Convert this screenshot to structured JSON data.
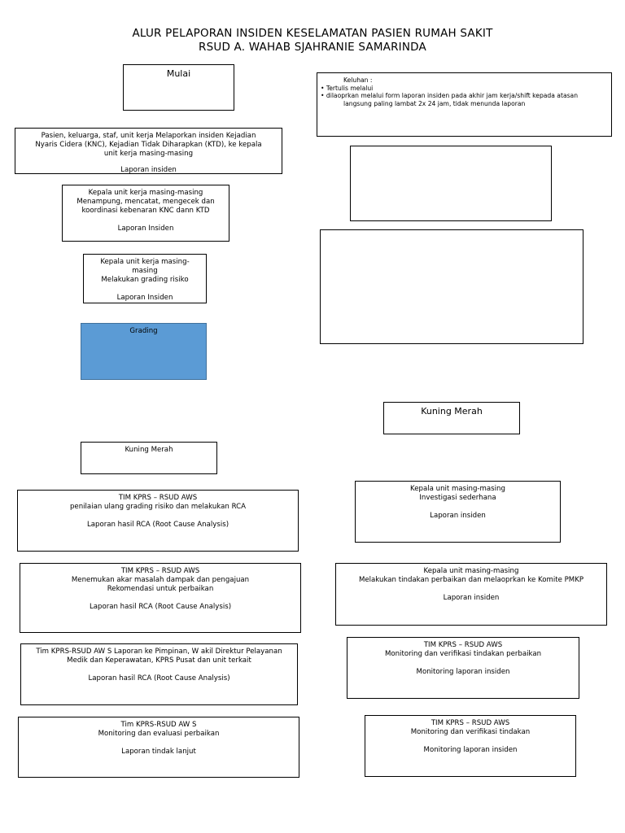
{
  "title": {
    "line1": "ALUR PELAPORAN INSIDEN KESELAMATAN PASIEN RUMAH SAKIT",
    "line2": "RSUD A. WAHAB SJAHRANIE SAMARINDA"
  },
  "left": {
    "mulai": "Mulai",
    "pelapor": {
      "text": "Pasien, keluarga, staf, unit kerja Melaporkan insiden Kejadian\nNyaris Cidera (KNC), Kejadian Tidak Diharapkan (KTD), ke kepala\nunit kerja masing-masing",
      "report": "Laporan insiden"
    },
    "kepala_unit": {
      "text": "Kepala unit kerja masing-masing\nMenampung, mencatat, mengecek dan\nkoordinasi kebenaran KNC dann KTD",
      "report": "Laporan Insiden"
    },
    "grading_risiko": {
      "text": "Kepala unit kerja masing-\nmasing\nMelakukan grading risiko",
      "report": "Laporan Insiden"
    },
    "grading": "Grading",
    "kuning_merah": "Kuning Merah",
    "tim_rca": {
      "text": "TIM KPRS – RSUD AWS\npenilaian ulang grading risiko dan melakukan RCA",
      "report": "Laporan hasil RCA (Root Cause Analysis)"
    },
    "tim_rekomendasi": {
      "text": "TIM KPRS – RSUD AWS\nMenemukan akar masalah dampak dan pengajuan\nRekomendasi untuk perbaikan",
      "report": "Laporan hasil RCA (Root Cause Analysis)"
    },
    "tim_laporan": {
      "text": "Tim KPRS-RSUD AW S    Laporan ke Pimpinan, W akil Direktur  Pelayanan\nMedik dan Keperawatan, KPRS Pusat dan unit terkait",
      "report": "Laporan hasil RCA (Root Cause Analysis)"
    },
    "tim_monev": {
      "text": "Tim KPRS-RSUD AW S\nMonitoring dan evaluasi perbaikan",
      "report": "Laporan tindak lanjut"
    }
  },
  "right": {
    "keluhan": {
      "heading": "Keluhan :",
      "bullet1": "• Tertulis melalui",
      "bullet2": "• dilaoprkan melalui form laporan insiden pada akhir jam kerja/shift kepada atasan",
      "bullet2_cont": "langsung paling lambat 2x 24 jam, tidak menunda laporan"
    },
    "kuning_merah": "Kuning Merah",
    "investigasi": {
      "text": "Kepala unit masing-masing\nInvestigasi sederhana",
      "report": "Laporan insiden"
    },
    "perbaikan": {
      "text": "Kepala unit masing-masing\nMelakukan tindakan perbaikan dan melaoprkan ke Komite PMKP",
      "report": "Laporan insiden"
    },
    "verifikasi": {
      "text": "TIM KPRS – RSUD AWS\nMonitoring dan verifikasi tindakan perbaikan",
      "report": "Monitoring laporan insiden"
    },
    "monitoring": {
      "text": "TIM KPRS – RSUD AWS\nMonitoring dan verifikasi tindakan",
      "report": "Monitoring laporan insiden"
    }
  },
  "colors": {
    "grading_fill": "#5b9bd5"
  }
}
